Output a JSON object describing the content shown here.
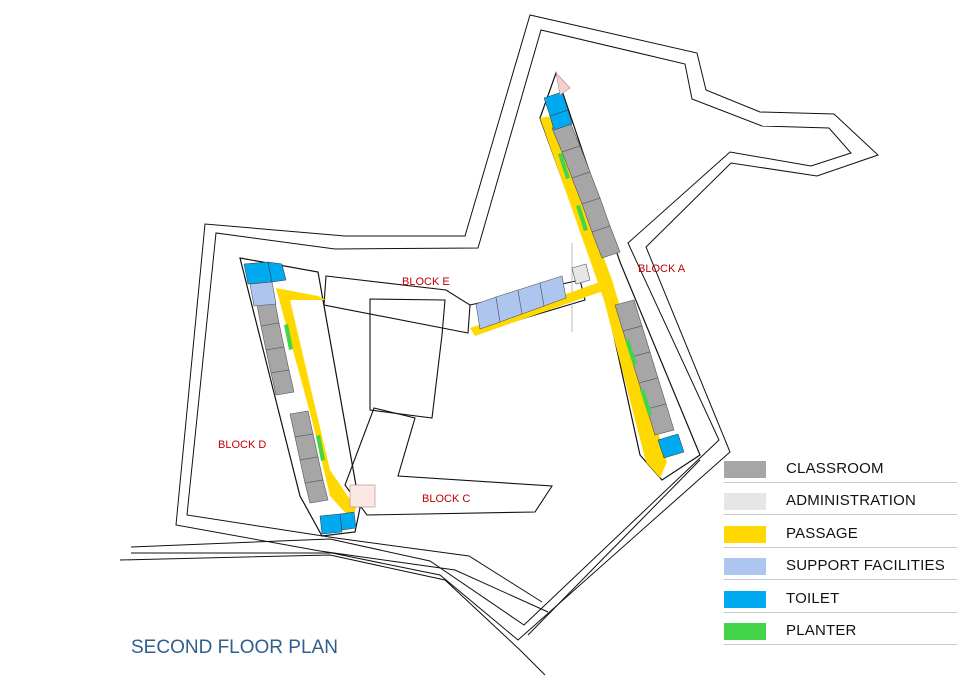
{
  "title": "SECOND FLOOR PLAN",
  "blocks": {
    "a": "BLOCK A",
    "b_e": "BLOCK E",
    "c": "BLOCK C",
    "d": "BLOCK D"
  },
  "legend": [
    {
      "label": "CLASSROOM",
      "color": "#a6a6a6"
    },
    {
      "label": "ADMINISTRATION",
      "color": "#e6e6e6"
    },
    {
      "label": "PASSAGE",
      "color": "#ffd800"
    },
    {
      "label": "SUPPORT FACILITIES",
      "color": "#aec6ef"
    },
    {
      "label": "TOILET",
      "color": "#00aaf0"
    },
    {
      "label": "PLANTER",
      "color": "#44d44a"
    }
  ],
  "colors": {
    "classroom": "#a6a6a6",
    "administration": "#e6e6e6",
    "passage": "#ffd800",
    "support": "#aec6ef",
    "toilet": "#00aaf0",
    "planter": "#44d44a",
    "outline": "#111111",
    "block_label": "#c00000",
    "title": "#2e5f8f"
  }
}
